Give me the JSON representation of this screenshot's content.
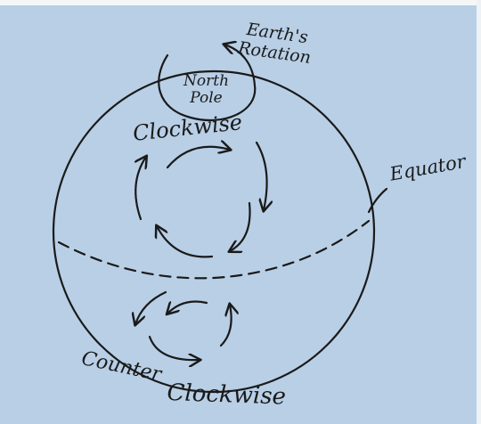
{
  "labels": {
    "rotation_line1": "Earth's",
    "rotation_line2": "Rotation",
    "north_line1": "North",
    "north_line2": "Pole",
    "northern_rotation": "Clockwise",
    "equator": "Equator",
    "southern_rotation_line1": "Counter",
    "southern_rotation_line2": "Clockwise"
  },
  "colors": {
    "paper": "#b8cfe6",
    "ink": "#1a1a1a"
  }
}
